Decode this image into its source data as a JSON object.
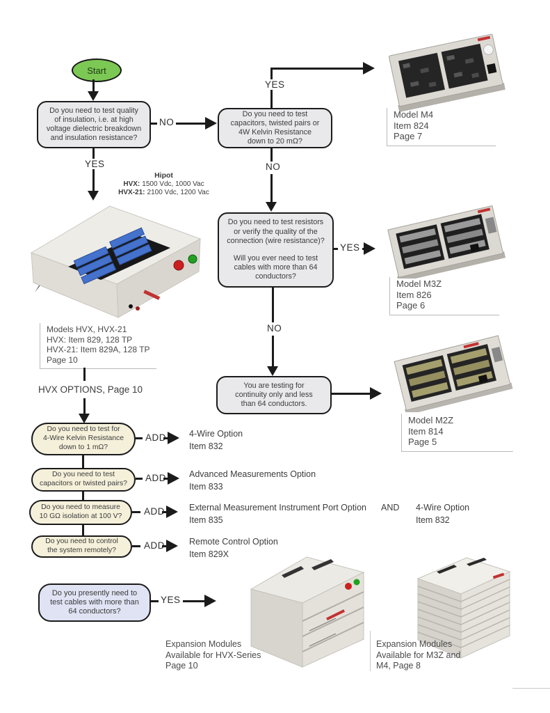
{
  "labels": {
    "yes": "YES",
    "no": "NO",
    "add": "ADD",
    "start": "Start",
    "and": "AND"
  },
  "colors": {
    "start_green": "#7cc854",
    "decision_gray": "#e9e9ec",
    "option_cream": "#f5f0da",
    "final_blue": "#dfe3f3",
    "line_black": "#1b1b1b",
    "accent_red": "#c23232"
  },
  "decisions": {
    "insulation": {
      "lines": [
        "Do you need to test quality",
        "of insulation, i.e. at high",
        "voltage dielectric breakdown",
        "and insulation resistance?"
      ]
    },
    "capacitors": {
      "lines": [
        "Do you need to test",
        "capacitors, twisted pairs or",
        "4W Kelvin Resistance",
        "down to 20 mΩ?"
      ]
    },
    "resistors": {
      "lines1": [
        "Do you need to test resistors",
        "or verify the quality of the",
        "connection (wire resistance)?"
      ],
      "lines2": [
        "Will you ever need to test",
        "cables with more than 64",
        "conductors?"
      ]
    },
    "continuity": {
      "lines": [
        "You are testing for",
        "continuity only and less",
        "than 64 conductors."
      ]
    },
    "conductors64": {
      "lines": [
        "Do you presently need to",
        "test cables with more than",
        "64 conductors?"
      ]
    }
  },
  "hipot": {
    "title": "Hipot",
    "rows": [
      {
        "b": "HVX:",
        "t": "1500 Vdc, 1000 Vac"
      },
      {
        "b": "HVX-21:",
        "t": "2100 Vdc, 1200 Vac"
      }
    ]
  },
  "product_labels": {
    "m4": [
      "Model M4",
      "Item 824",
      "Page 7"
    ],
    "m3z": [
      "Model M3Z",
      "Item 826",
      "Page 6"
    ],
    "m2z": [
      "Model M2Z",
      "Item 814",
      "Page 5"
    ],
    "hvx": [
      "Models HVX, HVX-21",
      "HVX: Item 829, 128 TP",
      "HVX-21: Item 829A, 128 TP",
      "Page 10"
    ]
  },
  "hvx_options_heading": "HVX OPTIONS, Page 10",
  "options": [
    {
      "q": [
        "Do you need to test for",
        "4-Wire Kelvin Resistance",
        "down to 1 mΩ?"
      ],
      "result": "4-Wire Option",
      "item": "Item 832"
    },
    {
      "q": [
        "Do you need to test",
        "capacitors or twisted pairs?"
      ],
      "result": "Advanced Measurements Option",
      "item": "Item 833"
    },
    {
      "q": [
        "Do you need to measure",
        "10 GΩ isolation at 100 V?"
      ],
      "result": "External Measurement Instrument Port Option",
      "item": "Item 835",
      "and": "AND",
      "result2": "4-Wire Option",
      "item2": "Item 832"
    },
    {
      "q": [
        "Do you need to control",
        "the system remotely?"
      ],
      "result": "Remote Control Option",
      "item": "Item 829X"
    }
  ],
  "captions": {
    "expansion_hvx": [
      "Expansion Modules",
      "Available for HVX-Series",
      "Page 10"
    ],
    "expansion_m3z_m4": [
      "Expansion Modules",
      "Available for M3Z and",
      "M4, Page 8"
    ]
  }
}
